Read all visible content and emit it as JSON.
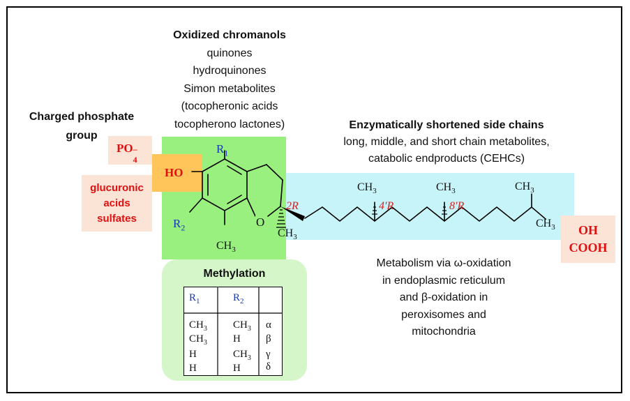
{
  "oxidized": {
    "title": "Oxidized chromanols",
    "lines": [
      "quinones",
      "hydroquinones",
      "Simon metabolites",
      "(tocopheronic acids",
      "tocopherono lactones)"
    ]
  },
  "phosphate": {
    "label_line1": "Charged phosphate",
    "label_line2": "group",
    "formula": "PO",
    "formula_sub": "4",
    "formula_sup": "–"
  },
  "conjugates": {
    "lines": [
      "glucuronic",
      "acids",
      "sulfates"
    ]
  },
  "side_chains": {
    "title": "Enzymatically  shortened side chains",
    "line1": "long, middle, and short chain metabolites,",
    "line2": "catabolic endproducts (CEHCs)"
  },
  "molecule": {
    "ho": "HO",
    "r1": "R",
    "r1_sub": "1",
    "r2": "R",
    "r2_sub": "2",
    "oxygen": "O",
    "ch3": "CH",
    "ch3_sub": "3",
    "stereo_2r": "2R",
    "stereo_4r": "4′R",
    "stereo_8r": "8′R"
  },
  "terminal": {
    "oh": "OH",
    "cooh": "COOH"
  },
  "metabolism": {
    "lines": [
      "Metabolism via ω-oxidation",
      "in endoplasmic reticulum",
      "and β-oxidation in",
      "peroxisomes and",
      "mitochondria"
    ]
  },
  "methylation": {
    "title": "Methylation",
    "headers": [
      "R",
      "R"
    ],
    "header_subs": [
      "1",
      "2"
    ],
    "rows": [
      {
        "r1": "CH",
        "r1_sub": "3",
        "r2": "CH",
        "r2_sub": "3",
        "form": "α"
      },
      {
        "r1": "CH",
        "r1_sub": "3",
        "r2": "H",
        "r2_sub": "",
        "form": "β"
      },
      {
        "r1": "H",
        "r1_sub": "",
        "r2": "CH",
        "r2_sub": "3",
        "form": "γ"
      },
      {
        "r1": "H",
        "r1_sub": "",
        "r2": "H",
        "r2_sub": "",
        "form": "δ"
      }
    ]
  },
  "colors": {
    "green": "#99f07f",
    "cyan": "#c7f4f8",
    "orange": "#ffc55a",
    "pink": "#fbe3d6",
    "light_green": "#d5f6c9",
    "red": "#e01010",
    "blue": "#1537b8"
  }
}
